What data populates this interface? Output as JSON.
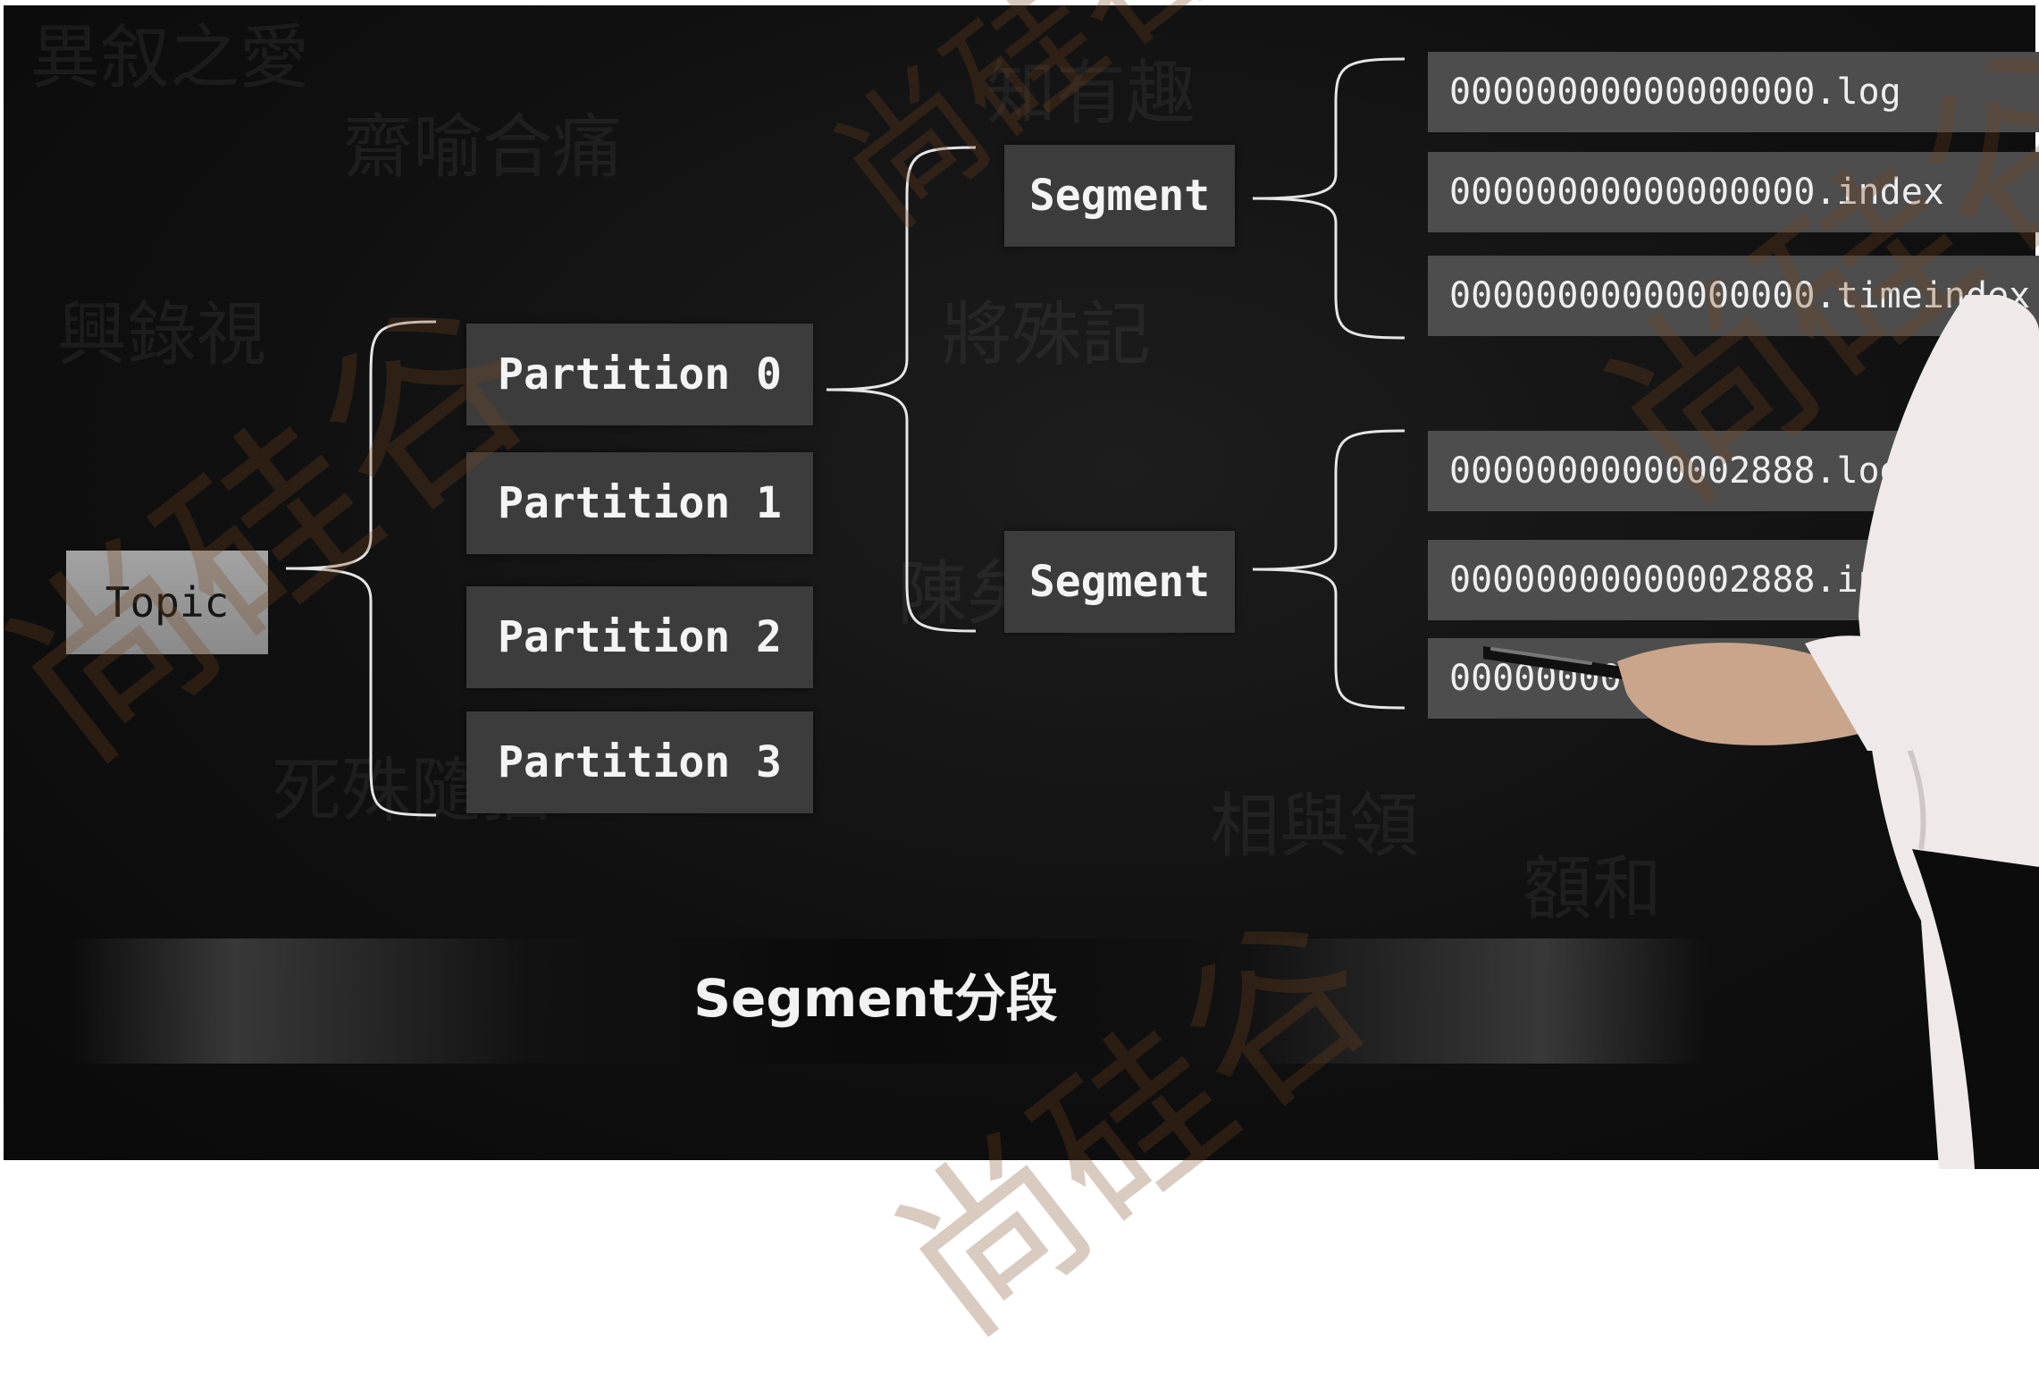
{
  "diagram": {
    "topic": "Topic",
    "partitions": [
      "Partition 0",
      "Partition 1",
      "Partition 2",
      "Partition 3"
    ],
    "segments": [
      "Segment",
      "Segment"
    ],
    "segment_files": [
      [
        "00000000000000000.log",
        "00000000000000000.index",
        "00000000000000000.timeindex"
      ],
      [
        "00000000000002888.log",
        "00000000000002888.index",
        "00000000000002888.timeindex"
      ]
    ],
    "caption": "Segment分段"
  },
  "watermark_text": "尚硅谷",
  "colors": {
    "background": "#101010",
    "box_dark": "#3c3c3c",
    "box_file": "#4d4d4d",
    "topic_box": "#9a9a9a",
    "brace": "#e6e6e6"
  }
}
